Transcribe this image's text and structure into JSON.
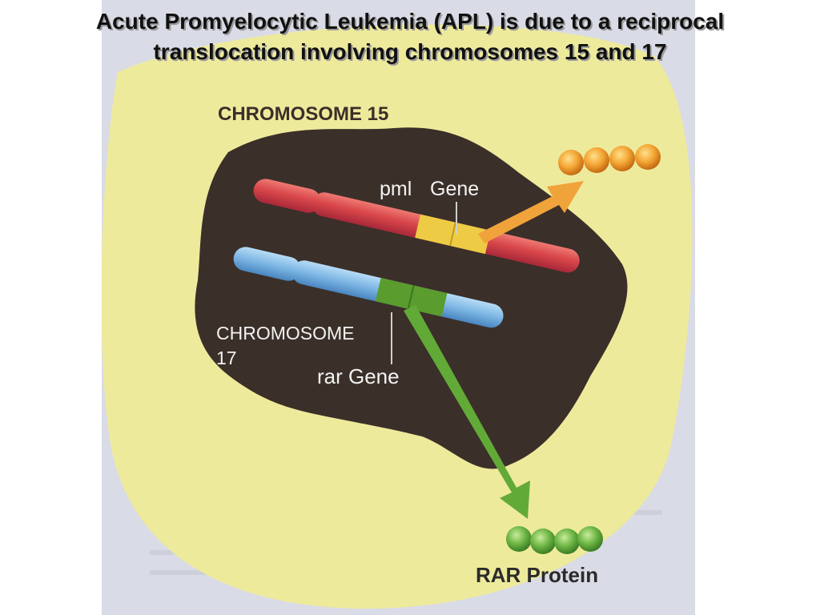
{
  "title": {
    "line1": "Acute Promyelocytic Leukemia (APL) is due to a reciprocal",
    "line2": "translocation involving chromosomes 15 and 17"
  },
  "figure": {
    "chromosome15_label": "CHROMOSOME 15",
    "chromosome17_label_line1": "CHROMOSOME",
    "chromosome17_label_line2": "17",
    "pml_label_part1": "pml",
    "pml_label_part2": "Gene",
    "rar_label": "rar Gene",
    "protein_label": "RAR Protein"
  },
  "colors": {
    "background_page": "#d9dbe6",
    "cell_yellow": "#eeea9c",
    "nucleus": "#3b2f29",
    "chromosome15": "#d94a4c",
    "chromosome17": "#7eb8e6",
    "pml_gene": "#eecb45",
    "rar_gene": "#5a9c2e",
    "pml_protein": "#f1a43b",
    "rar_protein": "#6fb34a"
  }
}
